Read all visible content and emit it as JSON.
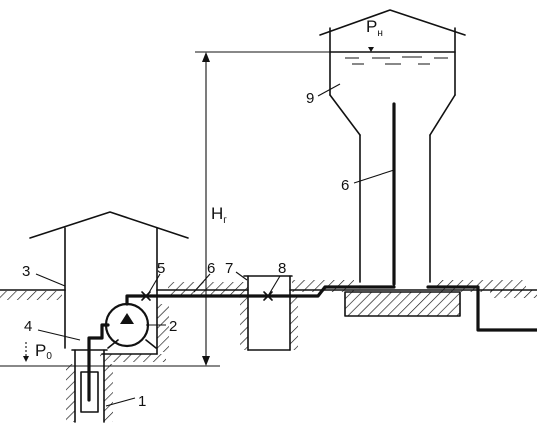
{
  "labels": {
    "well": "1",
    "pump": "2",
    "pump_house": "3",
    "suction_pipe": "4",
    "valve_discharge": "5",
    "pipe_main": "6",
    "pipe_tower": "6",
    "chamber": "7",
    "valve_chamber": "8",
    "tower_tank": "9"
  },
  "quantities": {
    "head_main": "H",
    "head_sub": "г",
    "pressure_tank_main": "P",
    "pressure_tank_sub": "н",
    "pressure_well_main": "P",
    "pressure_well_sub": "0"
  }
}
